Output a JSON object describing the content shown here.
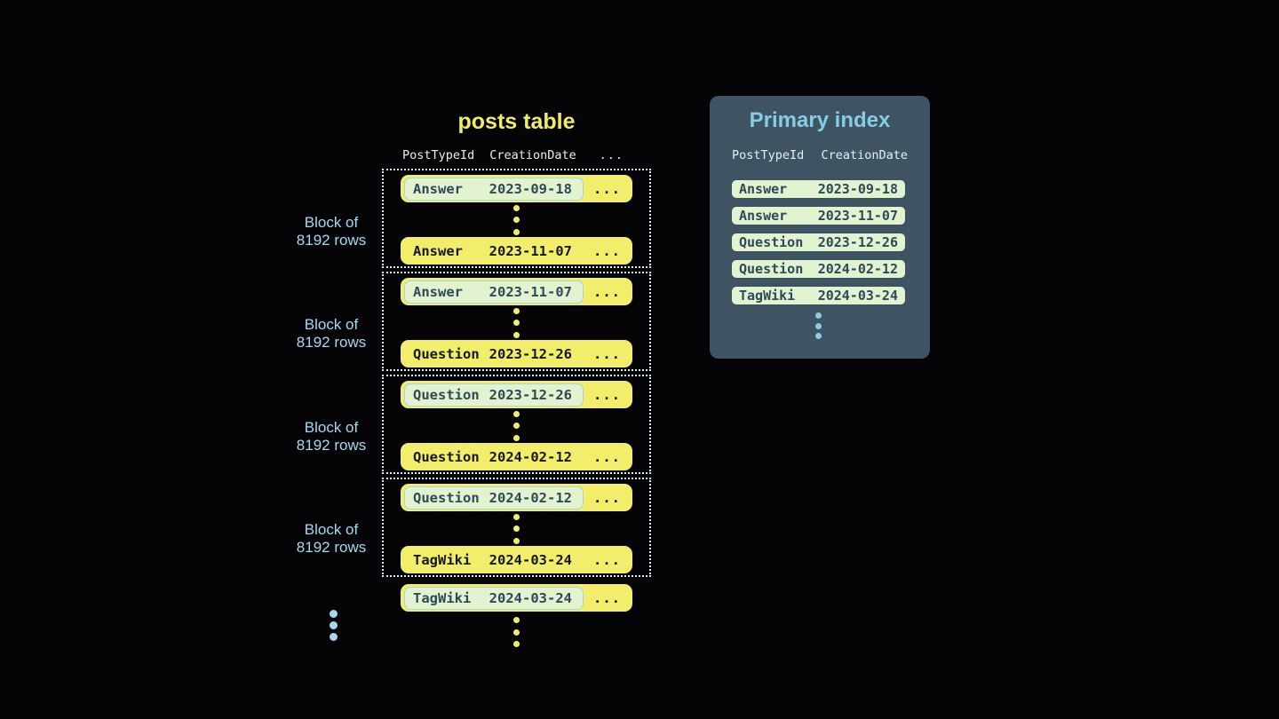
{
  "colors": {
    "background": "#050507",
    "row_yellow": "#f2ee6c",
    "row_text_dark": "#15191c",
    "highlight_bg": "#e3f2cf",
    "highlight_border": "#9fd6e8",
    "highlight_text": "#2d4a59",
    "block_border_dotted": "#d9eef6",
    "label_blue": "#a6d8ef",
    "panel_bg": "#3e5463",
    "panel_title_blue": "#87cbe9",
    "table_title_yellow": "#f0ec68",
    "header_text": "#eceee6"
  },
  "posts_table": {
    "title": "posts table",
    "headers": {
      "post_type": "PostTypeId",
      "creation_date": "CreationDate",
      "more": "..."
    },
    "block_label": {
      "line1": "Block of",
      "line2": "8192 rows"
    },
    "blocks": [
      {
        "first_row": {
          "type": "Answer",
          "date": "2023-09-18",
          "more": "..."
        },
        "last_row": {
          "type": "Answer",
          "date": "2023-11-07",
          "more": "..."
        }
      },
      {
        "first_row": {
          "type": "Answer",
          "date": "2023-11-07",
          "more": "..."
        },
        "last_row": {
          "type": "Question",
          "date": "2023-12-26",
          "more": "..."
        }
      },
      {
        "first_row": {
          "type": "Question",
          "date": "2023-12-26",
          "more": "..."
        },
        "last_row": {
          "type": "Question",
          "date": "2024-02-12",
          "more": "..."
        }
      },
      {
        "first_row": {
          "type": "Question",
          "date": "2024-02-12",
          "more": "..."
        },
        "last_row": {
          "type": "TagWiki",
          "date": "2024-03-24",
          "more": "..."
        }
      }
    ],
    "next_block_first_row": {
      "type": "TagWiki",
      "date": "2024-03-24",
      "more": "..."
    }
  },
  "primary_index": {
    "title": "Primary index",
    "headers": {
      "post_type": "PostTypeId",
      "creation_date": "CreationDate"
    },
    "rows": [
      {
        "type": "Answer",
        "date": "2023-09-18"
      },
      {
        "type": "Answer",
        "date": "2023-11-07"
      },
      {
        "type": "Question",
        "date": "2023-12-26"
      },
      {
        "type": "Question",
        "date": "2024-02-12"
      },
      {
        "type": "TagWiki",
        "date": "2024-03-24"
      }
    ]
  }
}
